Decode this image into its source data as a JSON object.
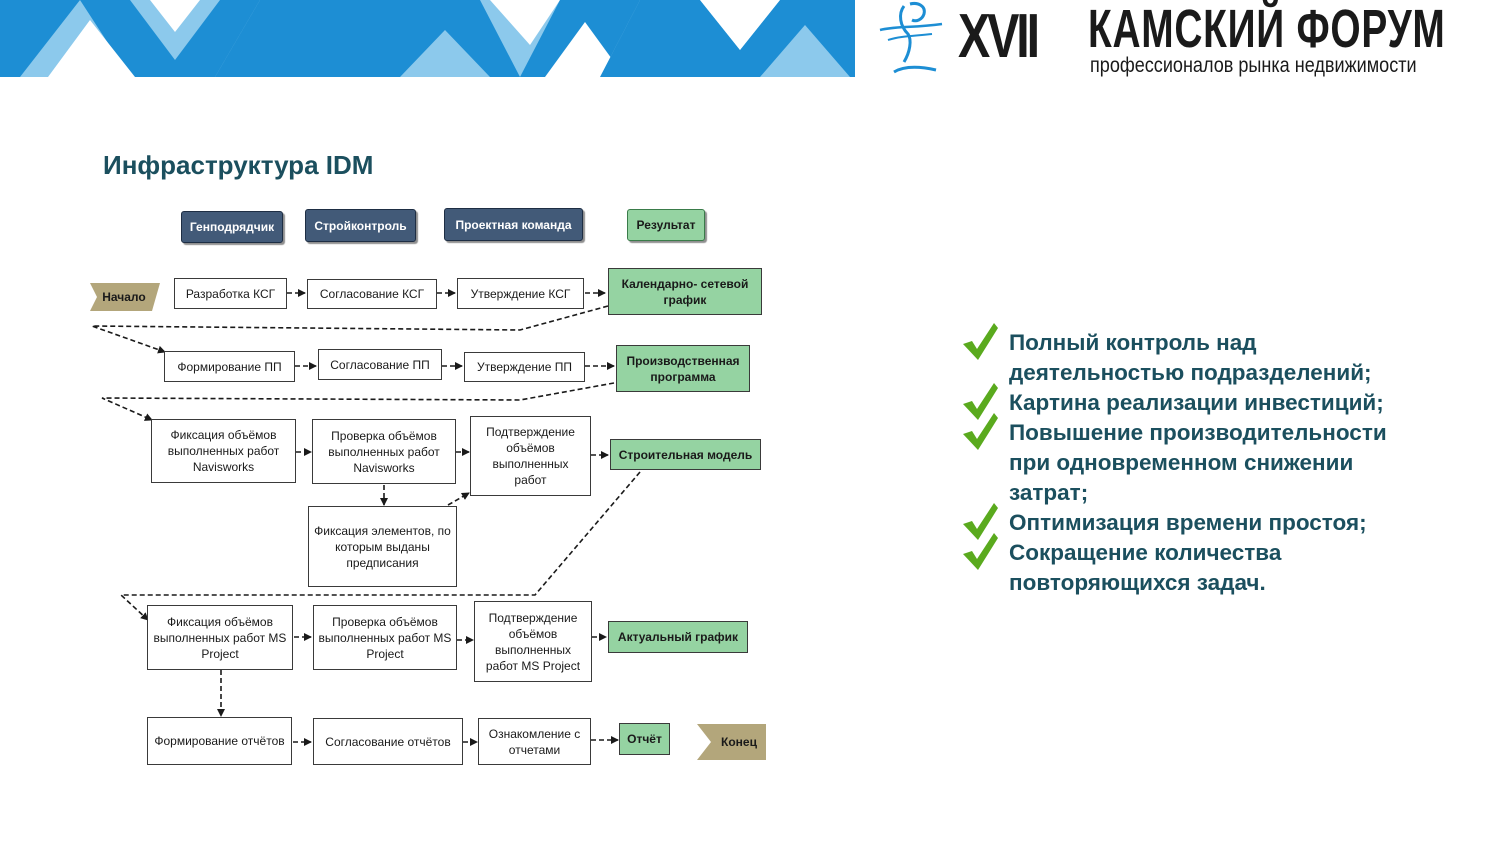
{
  "header": {
    "forum_number": "XVII",
    "forum_title": "КАМСКИЙ ФОРУМ",
    "forum_subtitle": "профессионалов рынка недвижимости"
  },
  "page": {
    "title": "Инфраструктура IDM"
  },
  "legend": [
    {
      "label": "Генподрядчик"
    },
    {
      "label": "Стройконтроль"
    },
    {
      "label": "Проектная команда"
    },
    {
      "label": "Результат"
    }
  ],
  "diagram": {
    "start": "Начало",
    "end": "Конец",
    "rows": [
      {
        "steps": [
          "Разработка КСГ",
          "Согласование КСГ",
          "Утверждение КСГ"
        ],
        "result": "Календарно- сетевой график"
      },
      {
        "steps": [
          "Формирование ПП",
          "Согласование ПП",
          "Утверждение ПП"
        ],
        "result": "Производственная программа"
      },
      {
        "steps": [
          "Фиксация объёмов выполненных работ Navisworks",
          "Проверка объёмов выполненных работ Navisworks",
          "Подтверждение объёмов выполненных работ"
        ],
        "side": "Фиксация элементов, по которым выданы предписания",
        "result": "Строительная модель"
      },
      {
        "steps": [
          "Фиксация объёмов выполненных работ MS Project",
          "Проверка объёмов выполненных работ MS Project",
          "Подтверждение объёмов выполненных работ MS Project"
        ],
        "result": "Актуальный график"
      },
      {
        "steps": [
          "Формирование отчётов",
          "Согласование отчётов",
          "Ознакомление с отчетами"
        ],
        "result": "Отчёт"
      }
    ]
  },
  "benefits": [
    {
      "text": "Полный контроль над\nдеятельностью подразделений;"
    },
    {
      "text": "Картина реализации инвестиций;"
    },
    {
      "text": "Повышение производительности\nпри одновременном снижении\nзатрат;"
    },
    {
      "text": "Оптимизация времени простоя;"
    },
    {
      "text": "Сокращение количества\nповторяющихся  задач."
    }
  ],
  "colors": {
    "title": "#1b4f5e",
    "banner_light": "#8cc9ec",
    "banner_blue": "#1d8ed4",
    "role_box": "#425a78",
    "result_box": "#95d3a2",
    "check": "#5aaa1e",
    "terminal": "#b3a67b"
  }
}
